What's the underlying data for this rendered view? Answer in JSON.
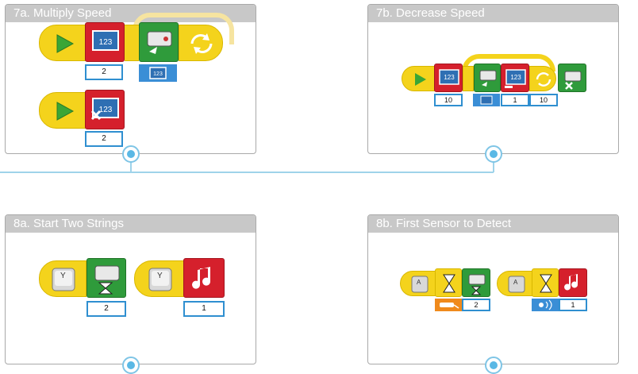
{
  "cards": {
    "c7a": {
      "title": "7a. Multiply Speed"
    },
    "c7b": {
      "title": "7b. Decrease Speed"
    },
    "c8a": {
      "title": "8a. Start Two Strings"
    },
    "c8b": {
      "title": "8b. First Sensor to Detect"
    }
  },
  "blocks": {
    "a_row1_param": "2",
    "a_row2_param": "2",
    "b_var_param": "10",
    "b_sub_param": "1",
    "b_loop_param": "10",
    "c_motor_param": "2",
    "c_sound_param": "1",
    "d_motor_param": "2",
    "d_sound_param": "1"
  },
  "key_labels": {
    "y": "Y",
    "a": "A"
  },
  "icons": {
    "start": "start-play-icon",
    "variable": "number-display-icon",
    "motor": "motor-icon",
    "loop": "loop-arrows-icon",
    "wait": "hourglass-icon",
    "sound": "music-note-icon",
    "key": "keyboard-key-icon",
    "tilt": "tilt-sensor-icon",
    "sound_sensor": "sound-sensor-icon"
  },
  "colors": {
    "yellow": "#f4d31c",
    "red": "#d5202c",
    "green": "#2f9b3b",
    "blue": "#3a8ed6",
    "orange": "#f08a1c",
    "connector": "#9fd3ea"
  }
}
